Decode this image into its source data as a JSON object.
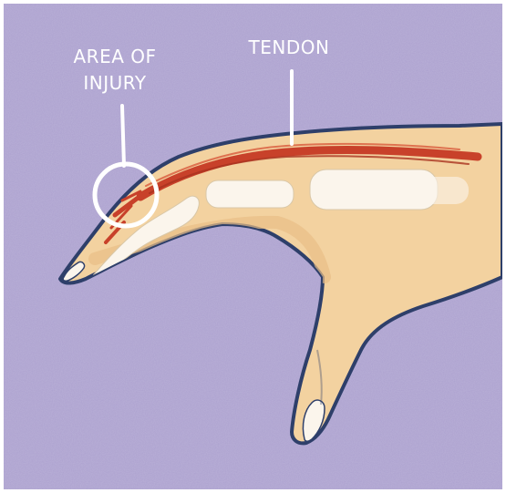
{
  "labels": {
    "injury_line1": "AREA OF",
    "injury_line2": "INJURY",
    "tendon": "TENDON"
  },
  "colors": {
    "background": "#aca1cf",
    "skin": "#f3d2a0",
    "skin_outline": "#2e3f6a",
    "tendon": "#c8412a",
    "bone": "#fbf5ec",
    "label_text": "#ffffff"
  }
}
